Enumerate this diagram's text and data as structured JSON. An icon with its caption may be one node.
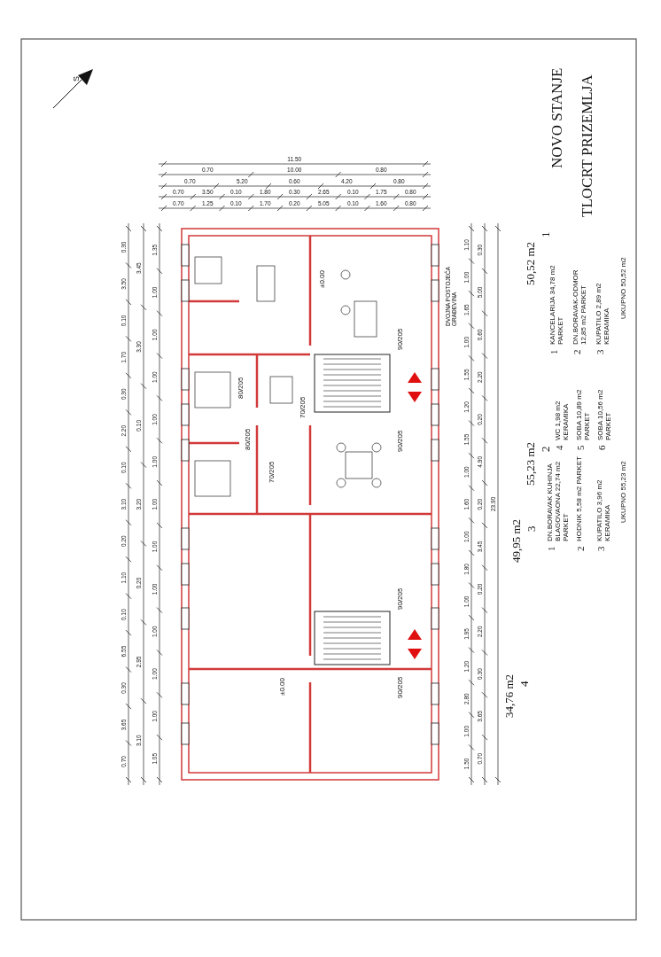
{
  "diagram": {
    "title": "NOVO STANJE",
    "caption": "TLOCRT PRIZEMLJA",
    "labels": [
      "S",
      "DVOJNA POSTOJEĆA GRAĐEVINA",
      "±0.00",
      "±0.00",
      "80/205",
      "80/205",
      "70/205",
      "70/205",
      "90/205",
      "90/205",
      "90/205",
      "90/205",
      "11.50",
      "0.70",
      "10.00",
      "0.80",
      "0.70",
      "5.20",
      "0.60",
      "4.20",
      "0.80",
      "0.70",
      "3.50",
      "0.10",
      "1.80",
      "0.30",
      "2.65",
      "0.10",
      "1.75",
      "0.80",
      "0.70",
      "1.25",
      "0.10",
      "1.70",
      "0.20",
      "5.05",
      "0.10",
      "1.60",
      "0.80",
      "0.30",
      "3.50",
      "0.10",
      "1.70",
      "0.30",
      "2.20",
      "0.10",
      "3.10",
      "0.20",
      "1.10",
      "0.10",
      "6.55",
      "0.30",
      "3.65",
      "0.70",
      "3.45",
      "3.30",
      "0.10",
      "3.20",
      "0.20",
      "2.95",
      "3.10",
      "1.35",
      "1.00",
      "1.00",
      "1.00",
      "1.00",
      "1.00",
      "1.00",
      "1.00",
      "1.00",
      "1.00",
      "1.00",
      "1.00",
      "1.05",
      "1.10",
      "1.00",
      "1.65",
      "1.00",
      "1.55",
      "1.20",
      "1.55",
      "1.00",
      "1.60",
      "1.00",
      "1.80",
      "1.00",
      "1.95",
      "1.20",
      "2.80",
      "1.00",
      "1.50",
      "0.30",
      "5.00",
      "0.60",
      "2.20",
      "0.20",
      "4.90",
      "0.20",
      "3.45",
      "0.20",
      "2.20",
      "0.30",
      "3.65",
      "0.70",
      "23.90",
      "1",
      "50,52 m2",
      "2",
      "55,23 m2",
      "3",
      "49,95 m2",
      "4",
      "34,76 m2",
      "1",
      "KANCELARIJA 34,78 m2 PARKET",
      "2",
      "DN.BORAVAK-ODMOR 12,85 m2 PARKET",
      "3",
      "KUPATILO 2,89 m2 KERAMIKA",
      "UKUPNO 50,52 m2",
      "1",
      "DN.BORAVAK KUHINJA BLAGOVAONA 22,74 m2 PARKET",
      "2",
      "HODNIK 5,58 m2 PARKET",
      "3",
      "KUPATILO 3,96 m2 KERAMIKA",
      "4",
      "WC 1,98 m2 KERAMIKA",
      "5",
      "SOBA 10,89 m2 PARKET",
      "6",
      "SOBA 10,56 m2 PARKET",
      "UKUPNO 55,23 m2"
    ]
  }
}
